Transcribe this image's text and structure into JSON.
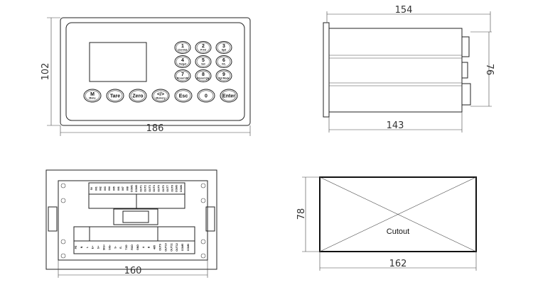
{
  "front_view": {
    "width_dim": "186",
    "height_dim": "102",
    "numeric_keys": [
      {
        "num": "1",
        "sub": "Control"
      },
      {
        "num": "2",
        "sub": "Print"
      },
      {
        "num": "3",
        "sub": "Spd"
      },
      {
        "num": "4",
        "sub": "Target"
      },
      {
        "num": "5",
        "sub": "Set"
      },
      {
        "num": "6",
        "sub": "F/L"
      },
      {
        "num": "7",
        "sub": "Preset Wt"
      },
      {
        "num": "8",
        "sub": "Preset Qty"
      },
      {
        "num": "9",
        "sub": "Tgt Mode"
      }
    ],
    "bottom_keys": [
      {
        "label": "M",
        "sub": "Menu"
      },
      {
        "label": "Tare",
        "sub": ""
      },
      {
        "label": "Zero",
        "sub": ""
      },
      {
        "label": "</>",
        "sub": "Memory"
      },
      {
        "label": "Esc",
        "sub": ""
      },
      {
        "label": "0",
        "sub": ""
      },
      {
        "label": "Enter",
        "sub": ""
      }
    ]
  },
  "side_view": {
    "length_dim": "154",
    "body_dim": "143",
    "height_dim": "76"
  },
  "back_view": {
    "width_dim": "160",
    "top_terminals": [
      "5V",
      "IN1",
      "IN2",
      "IN3",
      "IN4",
      "IN5",
      "IN6",
      "IN7",
      "IN8",
      "COM1",
      "COM2",
      "OUT1",
      "OUT2",
      "OUT3",
      "OUT4",
      "OUT5",
      "OUT6",
      "OUT7",
      "OUT8",
      "COM3",
      "COM4"
    ],
    "bottom_terminals": [
      "PE",
      "N",
      "L",
      "E+",
      "S+",
      "SIG+",
      "SIG-",
      "S-",
      "E-",
      "TXD",
      "RXD",
      "GND",
      "A",
      "B",
      "485",
      "OUT9",
      "OUT10",
      "OUT11",
      "OUT12",
      "COM5",
      "COM6"
    ]
  },
  "cutout_view": {
    "label": "Cutout",
    "width_dim": "162",
    "height_dim": "78"
  }
}
